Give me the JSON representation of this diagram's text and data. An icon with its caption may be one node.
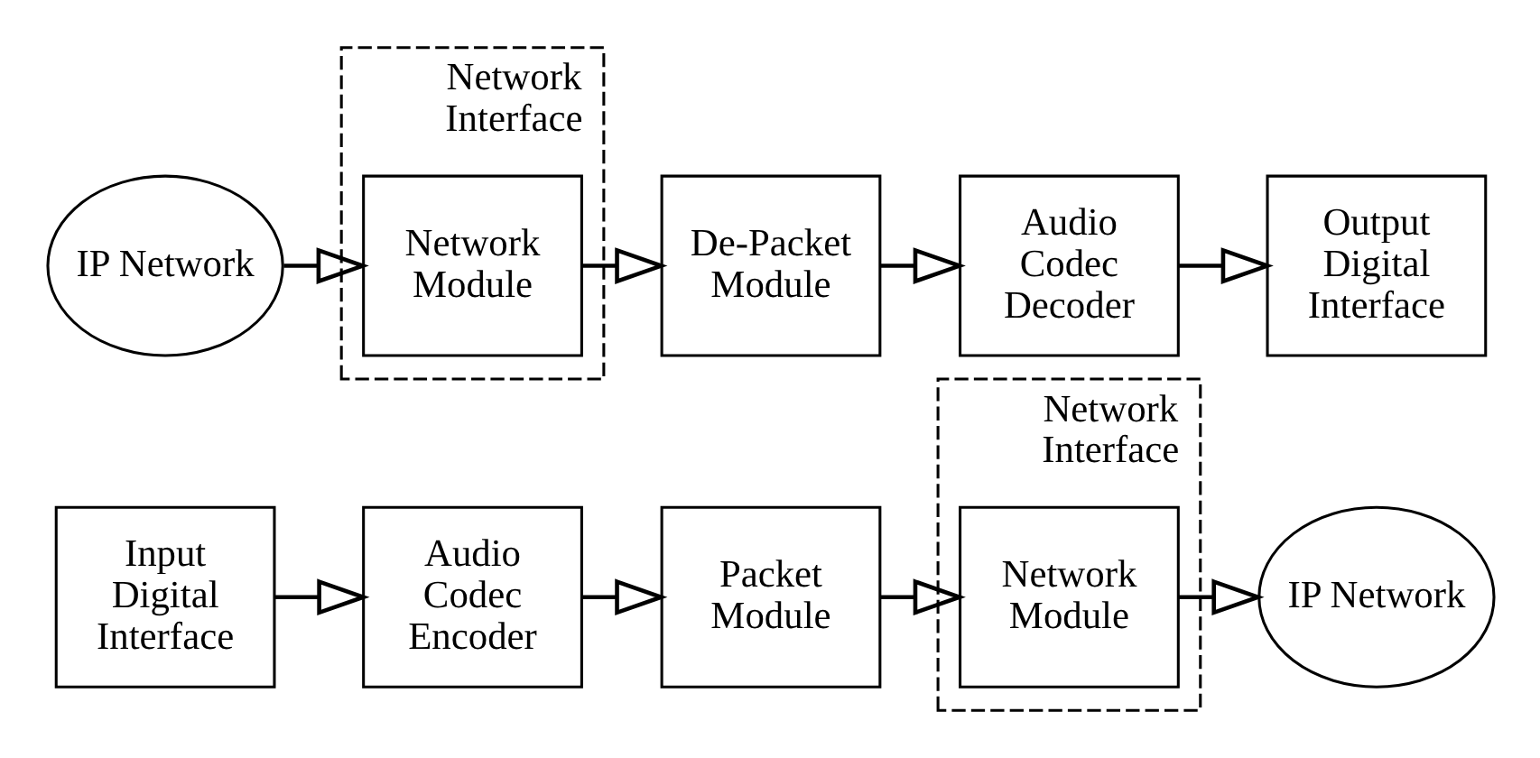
{
  "diagram": {
    "nodes": [
      {
        "text": [
          "Input Digital Interface"
        ]
      },
      {
        "text": [
          "Audio Codec Encoder"
        ]
      },
      {
        "text": [
          "Packet Module"
        ]
      },
      {
        "text": [
          "Network Interface"
        ]
      },
      {
        "text": [
          "Network Module"
        ],
        "in": 3
      },
      {
        "text": [
          "IP Network"
        ]
      },
      {
        "text": [
          "IP Network"
        ]
      },
      {
        "text": [
          "Network Interface"
        ]
      },
      {
        "text": [
          "Network Module"
        ],
        "in": 7
      },
      {
        "text": [
          "De-Packet Module"
        ]
      },
      {
        "text": [
          "Audio Codec Decoder"
        ]
      },
      {
        "text": [
          "Output Digital Interface"
        ]
      }
    ],
    "edges": [
      {
        "from": 0,
        "to": 1,
        "arrow": "to"
      },
      {
        "from": 1,
        "to": 2,
        "arrow": "to"
      },
      {
        "from": 2,
        "to": 4,
        "arrow": "to"
      },
      {
        "from": 4,
        "to": 5,
        "arrow": "to"
      },
      {
        "from": 6,
        "to": 8,
        "arrow": "to"
      },
      {
        "from": 8,
        "to": 9,
        "arrow": "to"
      },
      {
        "from": 9,
        "to": 10,
        "arrow": "to"
      },
      {
        "from": 10,
        "to": 11,
        "arrow": "to"
      }
    ]
  }
}
